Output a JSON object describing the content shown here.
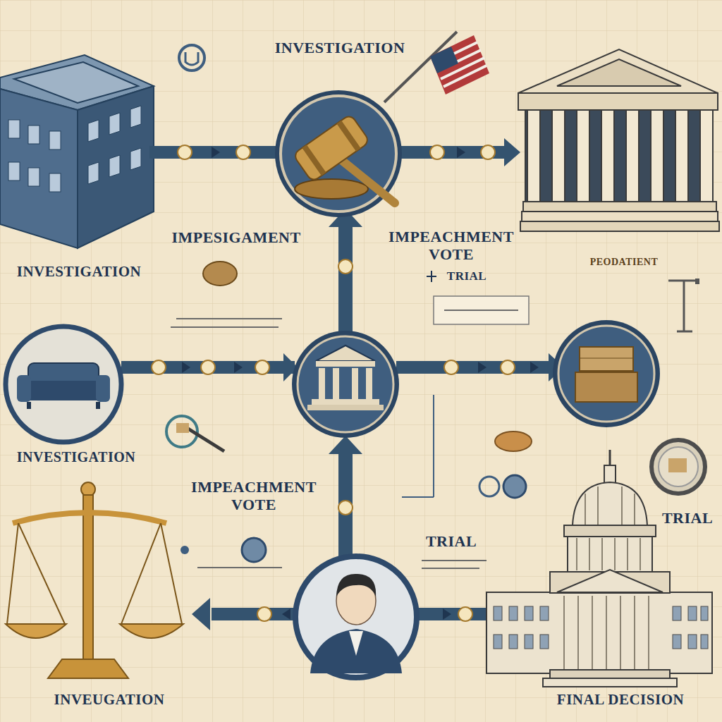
{
  "diagram": {
    "labels": [
      "INVESTIGATION",
      "IMPESIGAMENT",
      "IMPEACHMENT VOTE",
      "TRIAL",
      "PEODATIENT",
      "INVESTIGATION",
      "INVESTIGATION",
      "IMPEACHMENT VOTE",
      "TRIAL",
      "TRIAL",
      "INVEUGATION",
      "FINAL DECISION"
    ]
  }
}
